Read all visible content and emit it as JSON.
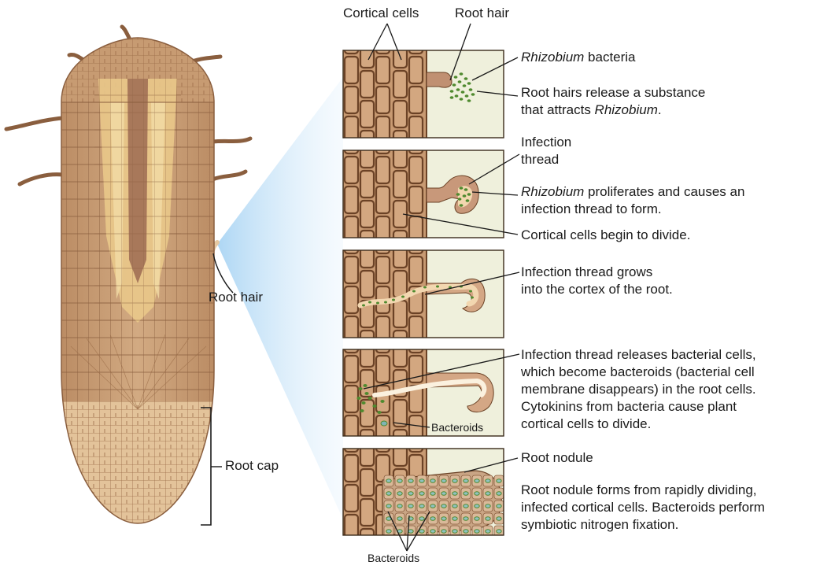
{
  "labels": {
    "cortical_cells": "Cortical cells",
    "root_hair_top": "Root hair",
    "root_hair_left": "Root hair",
    "root_cap": "Root cap",
    "bacteroids_panel4": "Bacteroids",
    "bacteroids_bottom": "Bacteroids"
  },
  "panels": [
    {
      "labels": [
        {
          "italic": "Rhizobium",
          "rest": " bacteria"
        }
      ],
      "description": [
        {
          "plain": "Root hairs release a substance"
        },
        {
          "plain": "that attracts ",
          "italic": "Rhizobium",
          "after": "."
        }
      ]
    },
    {
      "labels": [
        {
          "plain": "Infection"
        },
        {
          "plain": "thread"
        }
      ],
      "description": [
        {
          "italic": "Rhizobium",
          "plain": " proliferates and causes an"
        },
        {
          "plain": "infection thread to form."
        }
      ],
      "extra": "Cortical cells begin to divide."
    },
    {
      "description": [
        {
          "plain": "Infection thread grows"
        },
        {
          "plain": "into the cortex of the root."
        }
      ]
    },
    {
      "description": [
        {
          "plain": "Infection thread releases bacterial cells,"
        },
        {
          "plain": "which become bacteroids (bacterial cell"
        },
        {
          "plain": "membrane disappears) in the root cells."
        },
        {
          "plain": "Cytokinins from bacteria cause plant"
        },
        {
          "plain": "cortical cells to divide."
        }
      ]
    },
    {
      "labels": [
        {
          "plain": "Root nodule"
        }
      ],
      "description": [
        {
          "plain": "Root nodule forms from rapidly dividing,"
        },
        {
          "plain": "infected cortical cells. Bacteroids perform"
        },
        {
          "plain": "symbiotic nitrogen fixation."
        }
      ]
    }
  ],
  "colors": {
    "root_body": "#c9a07a",
    "root_dark": "#8a5e3e",
    "stele": "#e8c98c",
    "cell_wall": "#6b4226",
    "cell_fill": "#c89a72",
    "panel_bg": "#eff0dc",
    "bacteria": "#4f8a2f",
    "thread": "#f2d7b0",
    "highlight": "#b8dbf5"
  }
}
